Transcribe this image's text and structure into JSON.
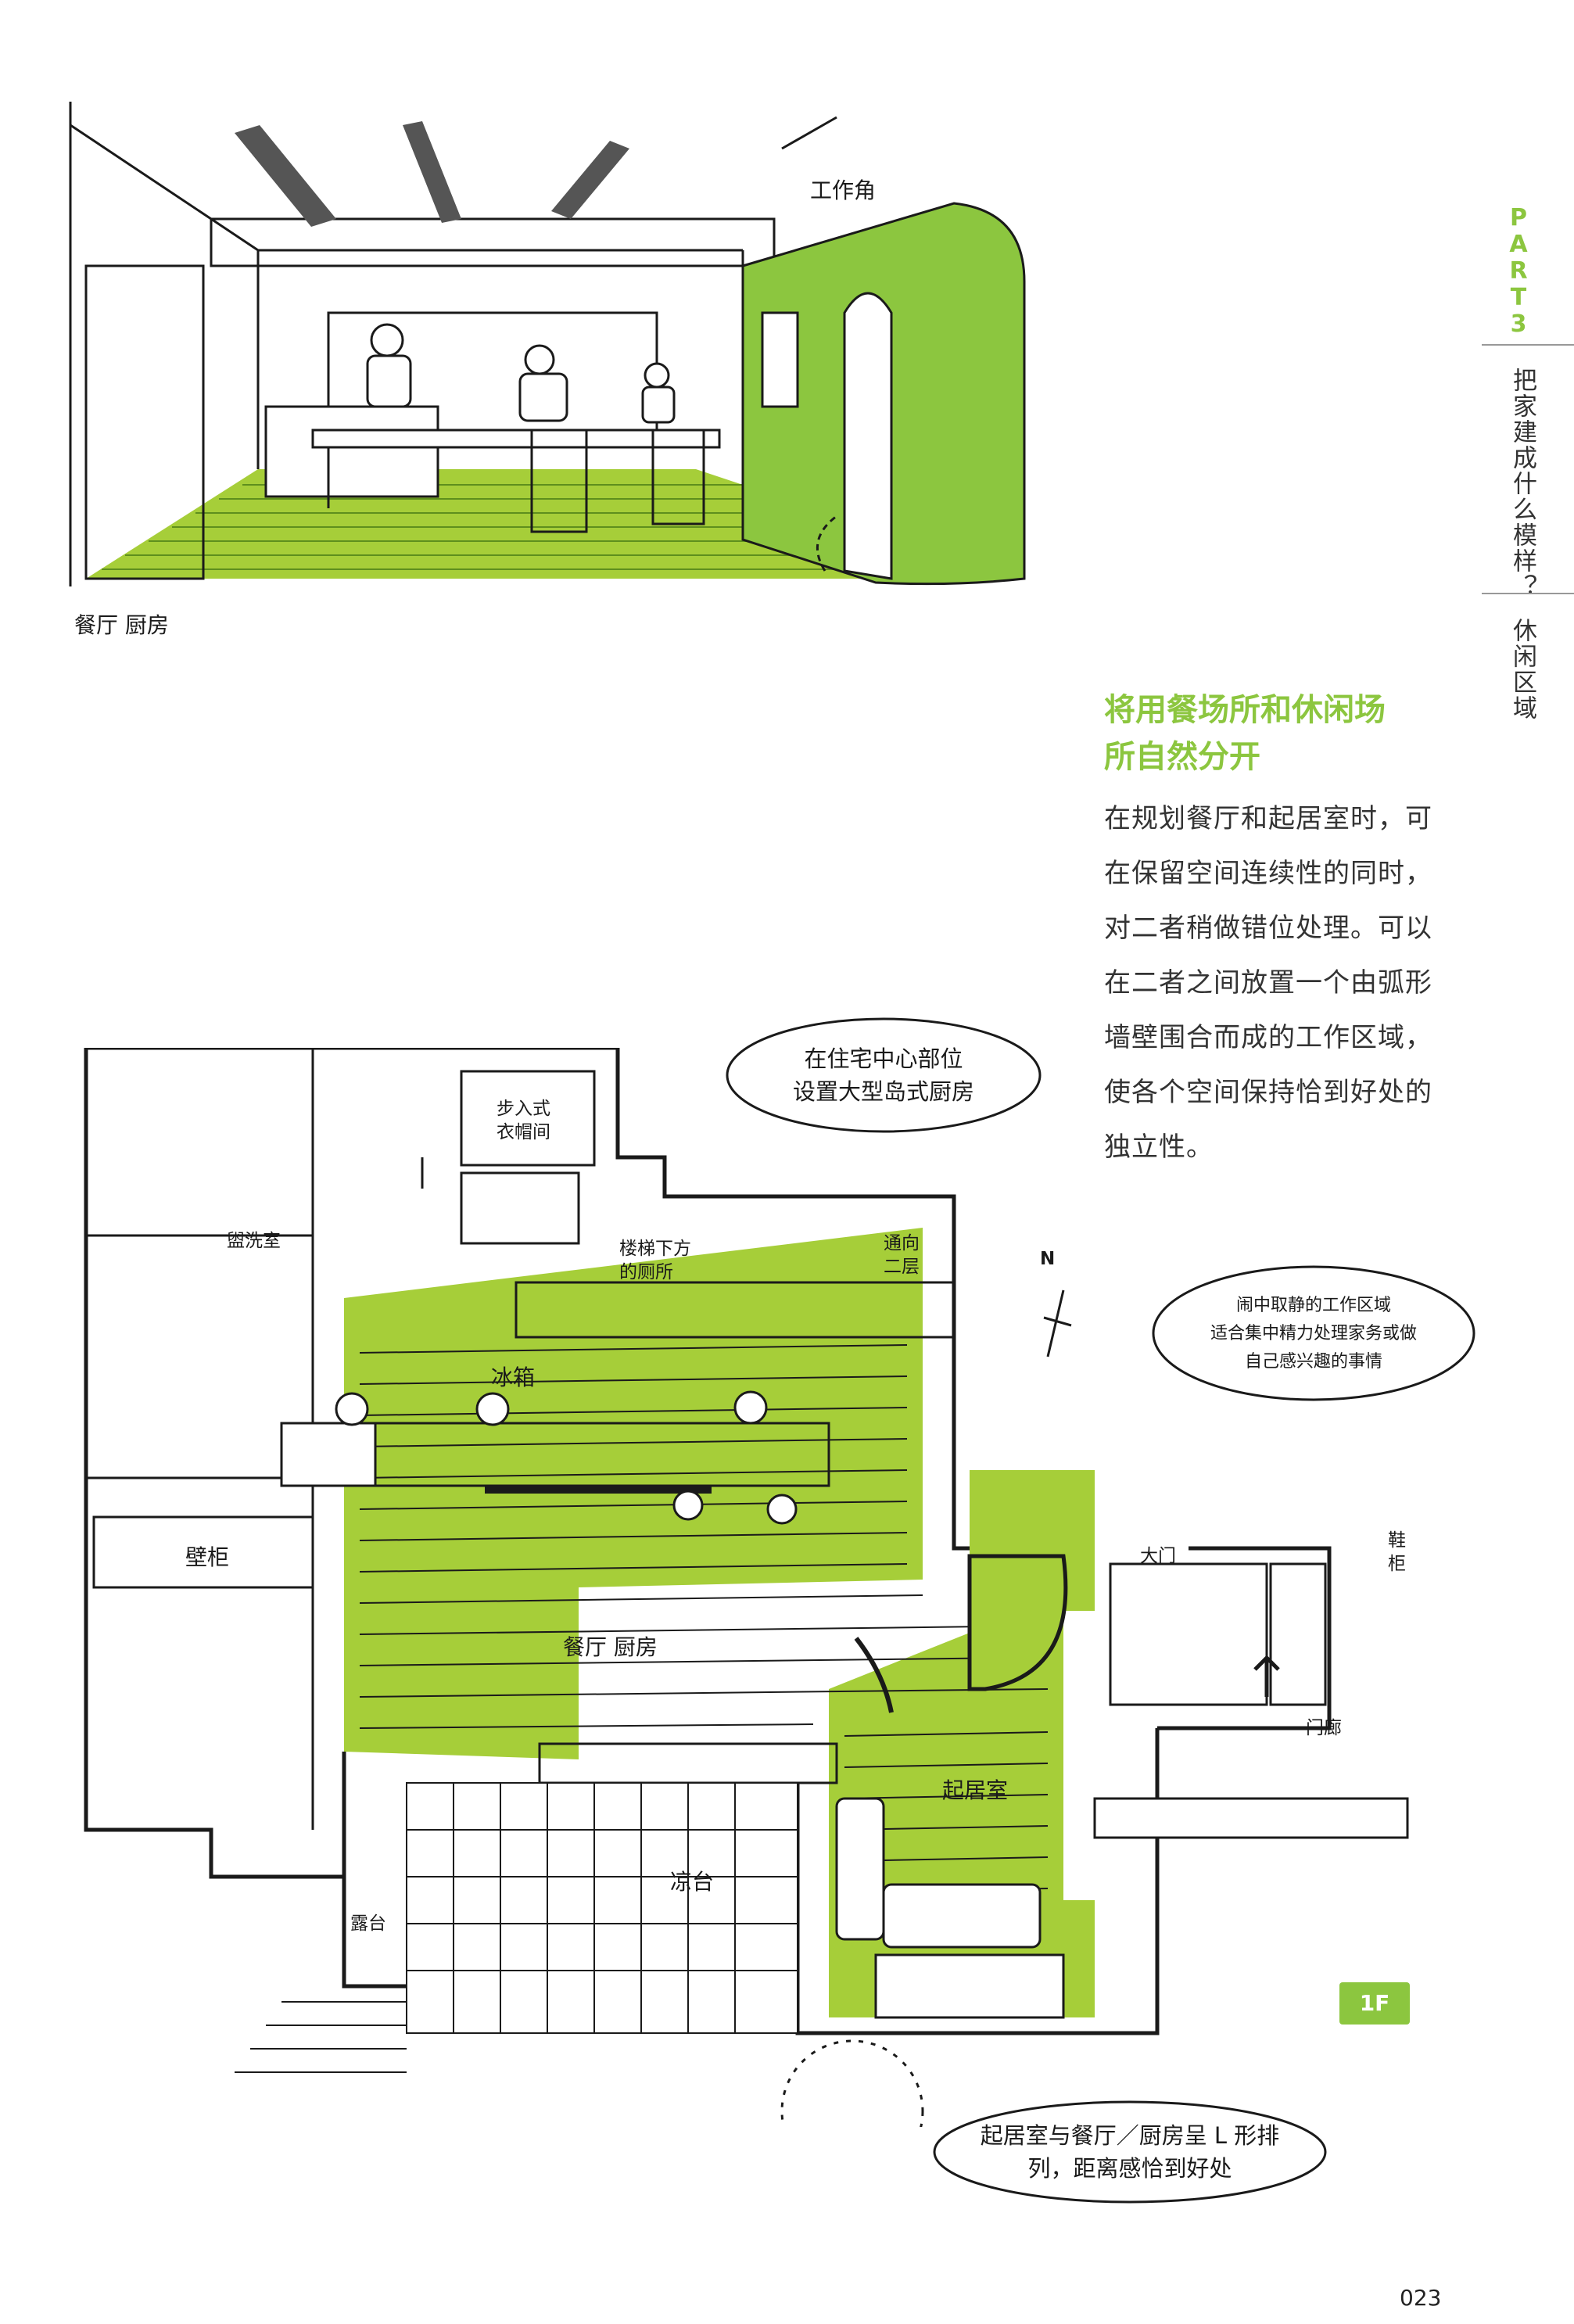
{
  "sidebar": {
    "part_letters": [
      "P",
      "A",
      "R",
      "T",
      "3"
    ],
    "chapter": "把家建成什么模样？",
    "section": "休闲区域"
  },
  "top_sketch": {
    "caption": "餐厅 厨房",
    "label_work_corner": "工作角"
  },
  "article": {
    "heading_line1": "将用餐场所和休闲场",
    "heading_line2": "所自然分开",
    "body": "在规划餐厅和起居室时，可在保留空间连续性的同时，对二者稍做错位处理。可以在二者之间放置一个由弧形墙壁围合而成的工作区域，使各个空间保持恰到好处的独立性。"
  },
  "floor_plan": {
    "bubble_island_line1": "在住宅中心部位",
    "bubble_island_line2": "设置大型岛式厨房",
    "label_walkin_line1": "步入式",
    "label_walkin_line2": "衣帽间",
    "label_washroom": "盥洗室",
    "label_toilet_line1": "楼梯下方",
    "label_toilet_line2": "的厕所",
    "label_upstairs_line1": "通向",
    "label_upstairs_line2": "二层",
    "label_fridge": "冰箱",
    "label_closet": "壁柜",
    "label_dining_kitchen": "餐厅 厨房",
    "label_living": "起居室",
    "label_veranda": "凉台",
    "label_terrace": "露台",
    "label_entrance": "大门",
    "label_shoe_cabinet": "鞋柜",
    "label_porch": "门廊",
    "bubble_work_line1": "闹中取静的工作区域",
    "bubble_work_line2": "适合集中精力处理家务或做",
    "bubble_work_line3": "自己感兴趣的事情",
    "bubble_living_line1": "起居室与餐厅／厨房呈 L 形排",
    "bubble_living_line2": "列，距离感恰到好处",
    "north": "N",
    "floor_badge": "1F"
  },
  "page_number": "023",
  "colors": {
    "accent": "#8cc63f",
    "green_fill": "#a6ce39",
    "ink": "#1a1a1a"
  }
}
